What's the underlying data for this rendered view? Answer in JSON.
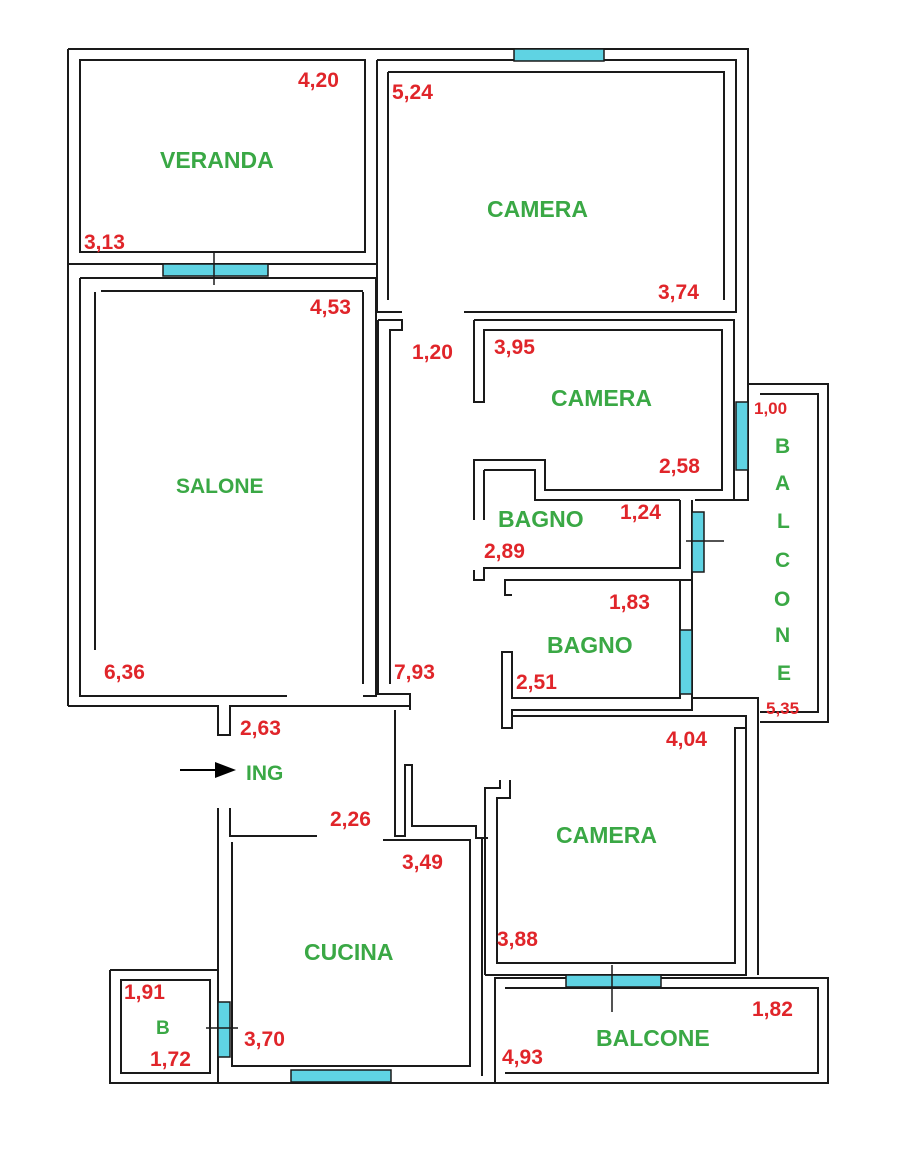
{
  "rooms": {
    "veranda": "VERANDA",
    "camera_top": "CAMERA",
    "salone": "SALONE",
    "camera_mid": "CAMERA",
    "bagno_1": "BAGNO",
    "bagno_2": "BAGNO",
    "ingresso": "ING",
    "camera_bottom": "CAMERA",
    "cucina": "CUCINA",
    "balcone_small": "B",
    "balcone_bottom": "BALCONE",
    "balcone_side_letters": [
      "B",
      "A",
      "L",
      "C",
      "O",
      "N",
      "E"
    ]
  },
  "dimensions": {
    "veranda_w": "4,20",
    "veranda_h": "3,13",
    "camera_top_w": "5,24",
    "camera_top_h": "3,74",
    "salone_w": "4,53",
    "salone_h": "6,36",
    "corridor_w": "1,20",
    "corridor_h": "7,93",
    "camera_mid_w": "3,95",
    "camera_mid_h": "2,58",
    "balcone_side_w": "1,00",
    "balcone_side_h": "5,35",
    "bagno_1_w": "1,24",
    "bagno_1_h": "2,89",
    "bagno_2_w": "1,83",
    "bagno_2_h": "2,51",
    "ing_w": "2,63",
    "ing_h": "2,26",
    "camera_bottom_w": "4,04",
    "camera_bottom_h": "3,88",
    "cucina_w": "3,49",
    "cucina_h": "3,70",
    "balcone_small_w": "1,91",
    "balcone_small_h": "1,72",
    "balcone_bottom_w": "1,82",
    "balcone_bottom_h": "4,93"
  },
  "colors": {
    "wall": "#1a1a1a",
    "window": "#5fd3e3",
    "room_label": "#3aa845",
    "dimension": "#e0252a"
  },
  "icons": {
    "entrance": "arrow-right-icon"
  }
}
